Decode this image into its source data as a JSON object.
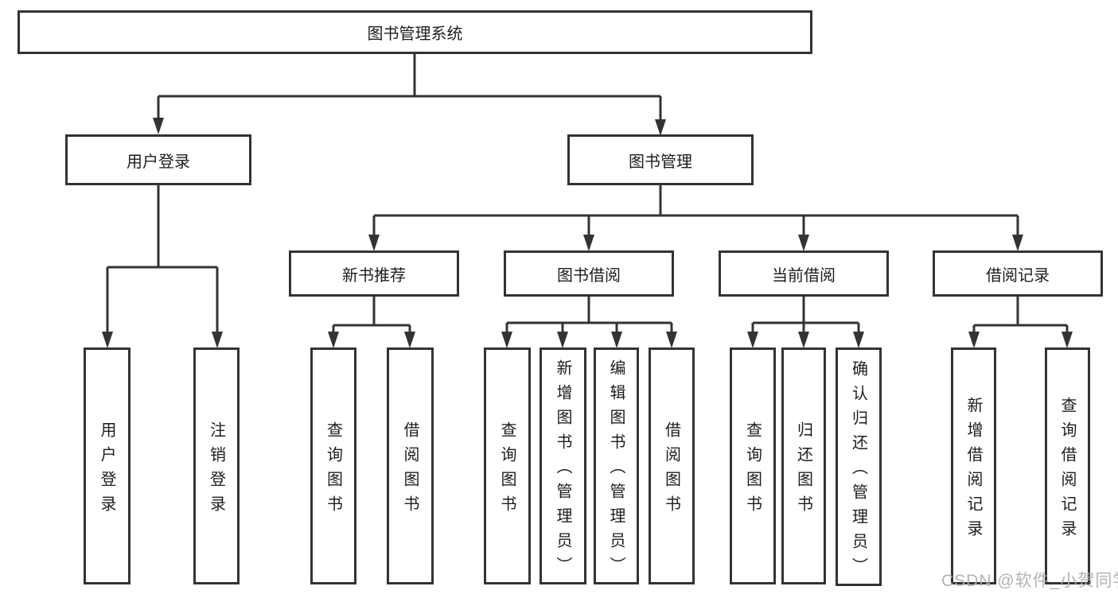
{
  "diagram": {
    "root": {
      "label": "图书管理系统"
    },
    "level2": [
      {
        "label": "用户登录"
      },
      {
        "label": "图书管理"
      }
    ],
    "level3": [
      {
        "label": "新书推荐"
      },
      {
        "label": "图书借阅"
      },
      {
        "label": "当前借阅"
      },
      {
        "label": "借阅记录"
      }
    ],
    "leaves": {
      "user_login": [
        "用户登录",
        "注销登录"
      ],
      "new_book_recommend": [
        "查询图书",
        "借阅图书"
      ],
      "book_borrow": [
        "查询图书",
        "新增图书（管理员）",
        "编辑图书（管理员）",
        "借阅图书"
      ],
      "current_borrow": [
        "查询图书",
        "归还图书",
        "确认归还（管理员）"
      ],
      "borrow_records": [
        "新增借阅记录",
        "查询借阅记录"
      ]
    }
  },
  "watermark": "CSDN @软件_小贺同学",
  "colors": {
    "line": "#333333",
    "text": "#1d1d1d",
    "watermark": "#afafaf",
    "background": "#ffffff"
  }
}
